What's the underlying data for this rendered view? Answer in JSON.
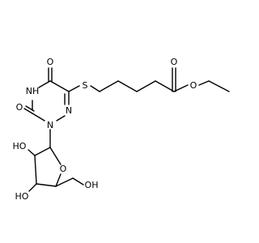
{
  "molecule": {
    "atoms": {
      "o_top": {
        "label": "O",
        "color": "#ff0000"
      },
      "nh": {
        "label": "NH",
        "color": "#0000ff"
      },
      "o_left": {
        "label": "O",
        "color": "#ff0000"
      },
      "n1": {
        "label": "N",
        "color": "#0000ff"
      },
      "n2": {
        "label": "N",
        "color": "#0000ff"
      },
      "s": {
        "label": "S",
        "color": "#b8a000"
      },
      "o_carbonyl": {
        "label": "O",
        "color": "#ff0000"
      },
      "o_ester": {
        "label": "O",
        "color": "#ff0000"
      },
      "ho_upper": {
        "label": "HO",
        "color": "#ff0000"
      },
      "ho_lower": {
        "label": "HO",
        "color": "#ff0000"
      },
      "o_ring": {
        "label": "O",
        "color": "#ff0000"
      },
      "oh": {
        "label": "OH",
        "color": "#ff0000"
      }
    }
  }
}
